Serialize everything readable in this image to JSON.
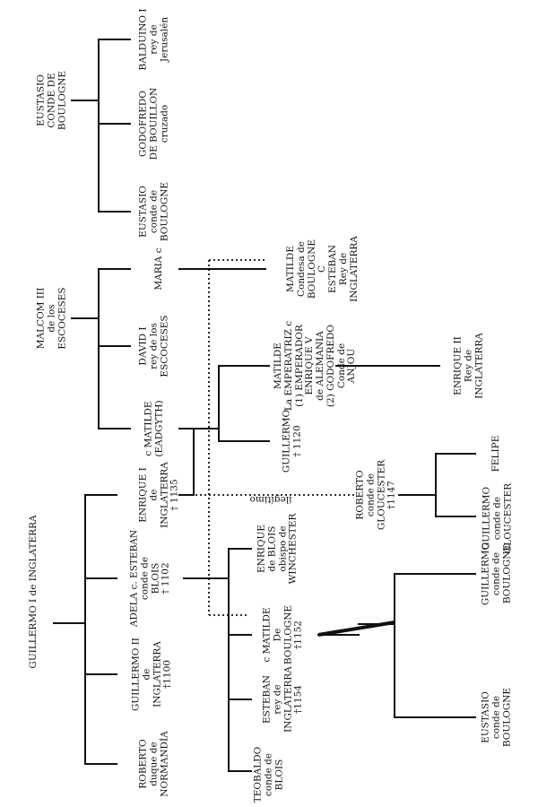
{
  "people": {
    "eustasio_conde": "EUSTASIO\nCONDE DE\nBOULOGNE",
    "balduino": "BALDUINO I\nrey de\nJerusalén",
    "godofredo": "GODOFREDO\nDE BOUILLON\ncruzado",
    "eustasio_hijo": "EUSTASIO\nconde de\nBOULOGNE",
    "malcom": "MALCOM III\nde los\nESCOCESES",
    "maria": "MARIA c",
    "david": "DAVID I\nrey de los\nESCOCESES",
    "matilde_eadgyth": "c MATILDE\n(EADGYTH)",
    "matilde_condesa": "MATILDE\nCondesa de\nBOULOGNE\nC\nESTEBAN\nRey de\nINGLATERRA",
    "matilde_emperatriz": "MATILDE\nLa EMPERATRIZ c\n(1) EMPERADOR\nENRIQUE V\nde ALEMANIA\n(2) GODOFREDO\nConde de\nANJOU",
    "enrique_ii": "ENRIQUE II\nRey de\nINGLATERRA",
    "guillermo_1120": "GUILLERMO\n† 1120",
    "guillermo_i": "GUILLERMO I de INGLATERRA",
    "enrique_i": "ENRIQUE I\nde\nINGLATERRA\n† 1135",
    "ilegitimo": "ilegítimo",
    "roberto_gloucester": "ROBERTO\nconde de\nGLOUCESTER\n†1147",
    "felipe": "FELIPE",
    "guillermo_gloucester": "GUILLERMO\nconde de\nGLOUCESTER",
    "adela": "ADELA c. ESTEBAN\nconde de\nBLOIS\n† 1102",
    "enrique_blois": "ENRIQUE\nde BLOIS\nobispo de\nWINCHESTER",
    "matilde_boulogne": "c MATILDE\nDe\nBOULOGNE\n†1152",
    "guillermo_ii": "GUILLERMO II\nde\nINGLATERRA\n†1100",
    "esteban_rey": "ESTEBAN\nrey de\nINGLATERRA\n†1154",
    "guillermo_boulogne": "GUILLERMO\nconde de\nBOULOGNE",
    "eustasio_boulogne2": "EUSTASIO\nconde de\nBOULOGNE",
    "roberto_normandia": "ROBERTO\nduque de\nNORMANDÍA",
    "teobaldo": "TEOBALDO\nconde de\nBLOIS"
  }
}
